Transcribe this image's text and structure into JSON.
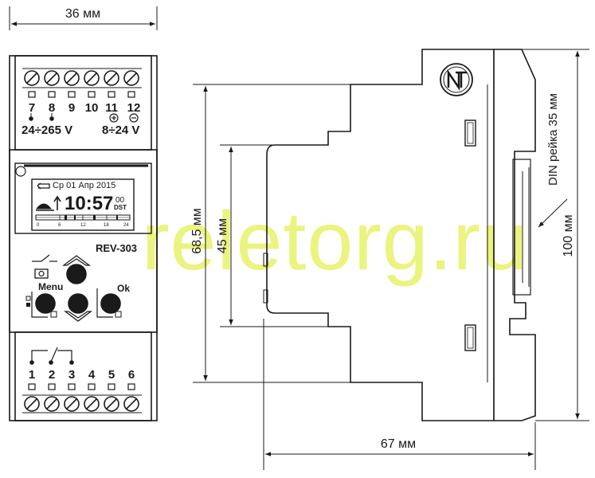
{
  "front": {
    "width_label": "36 мм",
    "top_terminals": [
      "7",
      "8",
      "9",
      "10",
      "11",
      "12"
    ],
    "plus_symbol": "+",
    "minus_symbol": "−",
    "ac_voltage": "24÷265 V",
    "dc_voltage": "8÷24 V",
    "model": "REV-303",
    "menu_label": "Menu",
    "ok_label": "Ok",
    "bottom_terminals": [
      "1",
      "2",
      "3",
      "4",
      "5",
      "6"
    ],
    "display": {
      "date": "Ср 01 Апр 2015",
      "time": "10:57",
      "seconds": "00",
      "dst": "DST",
      "scale": [
        "0",
        "6",
        "12",
        "18",
        "24"
      ]
    }
  },
  "side": {
    "height_label": "100 мм",
    "body_height_label": "68,5 мм",
    "inner_height_label": "45 мм",
    "depth_label": "67 мм",
    "rail_label": "DIN рейка 35 мм"
  },
  "watermark": "reletorg.ru",
  "colors": {
    "line": "#1a1a1a",
    "watermark": "#e8f08a",
    "lcd_bg": "#ffffff"
  }
}
